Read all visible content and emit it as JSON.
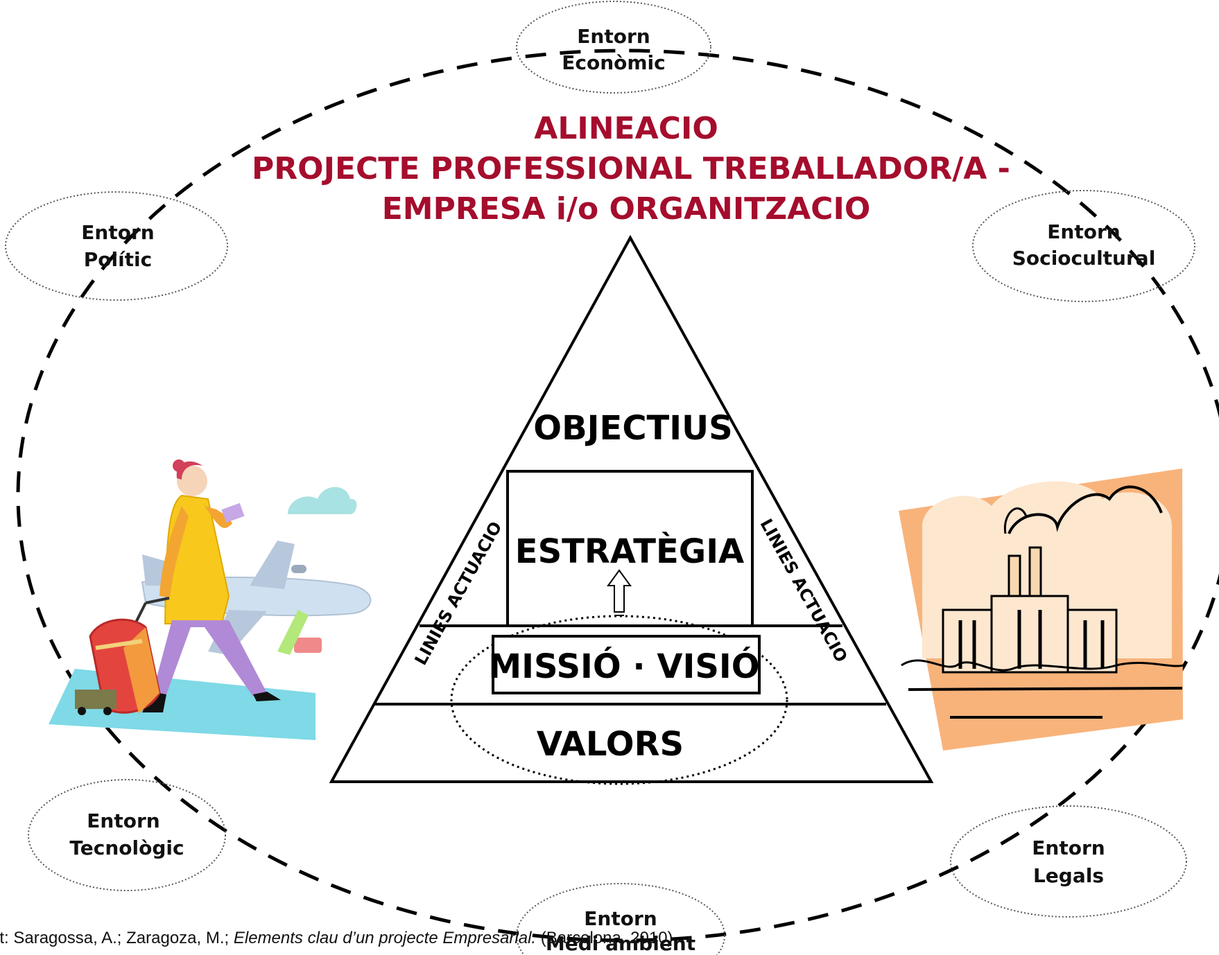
{
  "title": {
    "line1": "ALINEACIO",
    "line2": "PROJECTE PROFESSIONAL TREBALLADOR/A  -",
    "line3": "EMPRESA i/o ORGANITZACIO",
    "color": "#a50d2d"
  },
  "environments": {
    "economic": {
      "line1": "Entorn",
      "line2": "Econòmic"
    },
    "politic": {
      "line1": "Entorn",
      "line2": "Polític"
    },
    "sociocultural": {
      "line1": "Entorn",
      "line2": "Sociocultural"
    },
    "tecnologic": {
      "line1": "Entorn",
      "line2": "Tecnològic"
    },
    "legals": {
      "line1": "Entorn",
      "line2": "Legals"
    },
    "medi_ambient": {
      "line1": "Entorn",
      "line2": "Medi ambient"
    }
  },
  "pyramid": {
    "objectius": "OBJECTIUS",
    "estrategia": "ESTRATÈGIA",
    "missio_visio": "MISSIÓ · VISIÓ",
    "valors": "VALORS",
    "linies_left": "LINIES ACTUACIO",
    "linies_right": "LINIES ACTUACIO"
  },
  "source": {
    "label": "nt:",
    "authors": "Saragossa, A.; Zaragoza, M.;",
    "book": "Elements clau d’un projecte Empresarial.",
    "rest": "(Barcelona. 2010)"
  },
  "illustrations": {
    "left": "traveler-woman-with-suitcase-and-airplane",
    "right": "factory-with-smoke-clouds"
  }
}
